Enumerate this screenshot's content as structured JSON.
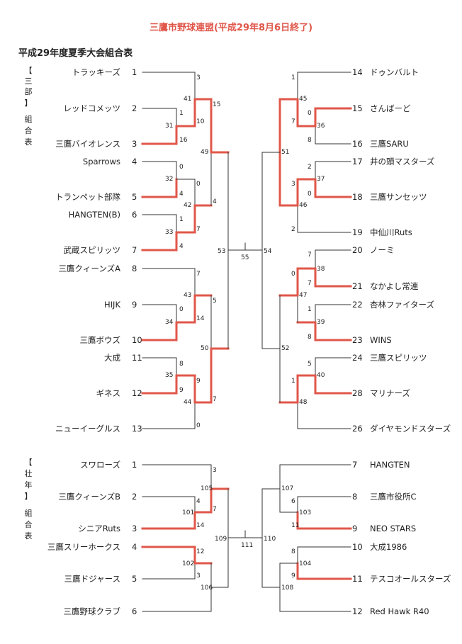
{
  "header": {
    "title": "三鷹市野球連盟(平成29年8月6日終了)",
    "table_heading": "平成29年度夏季大会組合表"
  },
  "colors": {
    "winner_line": "#e0574a",
    "line": "#333333",
    "title": "#e0574a"
  },
  "division_a": {
    "side_label": "【三部】組合表",
    "left_teams": [
      {
        "num": "1",
        "name": "トラッキーズ"
      },
      {
        "num": "2",
        "name": "レッドコメッツ"
      },
      {
        "num": "3",
        "name": "三鷹バイオレンス"
      },
      {
        "num": "4",
        "name": "Sparrows"
      },
      {
        "num": "5",
        "name": "トランペット部隊"
      },
      {
        "num": "6",
        "name": "HANGTEN(B)"
      },
      {
        "num": "7",
        "name": "武蔵スピリッツ"
      },
      {
        "num": "8",
        "name": "三鷹クィーンズA"
      },
      {
        "num": "9",
        "name": "HIJK"
      },
      {
        "num": "10",
        "name": "三鷹ボウズ"
      },
      {
        "num": "11",
        "name": "大成"
      },
      {
        "num": "12",
        "name": "ギネス"
      },
      {
        "num": "13",
        "name": "ニューイーグルス"
      }
    ],
    "right_teams": [
      {
        "num": "14",
        "name": "ドゥンバルト"
      },
      {
        "num": "15",
        "name": "さんばーど"
      },
      {
        "num": "16",
        "name": "三鷹SARU"
      },
      {
        "num": "17",
        "name": "井の頭マスターズ"
      },
      {
        "num": "18",
        "name": "三鷹サンセッツ"
      },
      {
        "num": "19",
        "name": "中仙川Ruts"
      },
      {
        "num": "20",
        "name": "ノーミ"
      },
      {
        "num": "21",
        "name": "なかよし常連"
      },
      {
        "num": "22",
        "name": "杏林ファイターズ"
      },
      {
        "num": "23",
        "name": "WINS"
      },
      {
        "num": "24",
        "name": "三鷹スピリッツ"
      },
      {
        "num": "28",
        "name": "マリナーズ"
      },
      {
        "num": "26",
        "name": "ダイヤモンドスターズ"
      }
    ],
    "match_numbers": [
      "31",
      "32",
      "33",
      "34",
      "35",
      "41",
      "42",
      "43",
      "44",
      "49",
      "50",
      "53",
      "36",
      "37",
      "38",
      "39",
      "40",
      "45",
      "46",
      "47",
      "48",
      "51",
      "52",
      "54",
      "55"
    ],
    "scores": [
      "3",
      "1",
      "10",
      "16",
      "15",
      "0",
      "0",
      "4",
      "1",
      "7",
      "4",
      "4",
      "7",
      "0",
      "14",
      "5",
      "8",
      "9",
      "9",
      "7",
      "0",
      "1",
      "0",
      "7",
      "8",
      "2",
      "3",
      "0",
      "2",
      "7",
      "0",
      "7",
      "1",
      "8",
      "5",
      "1"
    ]
  },
  "division_b": {
    "side_label": "【壮年】組合表",
    "left_teams": [
      {
        "num": "1",
        "name": "スワローズ"
      },
      {
        "num": "2",
        "name": "三鷹クィーンズB"
      },
      {
        "num": "3",
        "name": "シニアRuts"
      },
      {
        "num": "4",
        "name": "三鷹スリーホークス"
      },
      {
        "num": "5",
        "name": "三鷹ドジャース"
      },
      {
        "num": "6",
        "name": "三鷹野球クラブ"
      }
    ],
    "right_teams": [
      {
        "num": "7",
        "name": "HANGTEN"
      },
      {
        "num": "8",
        "name": "三鷹市役所C"
      },
      {
        "num": "9",
        "name": "NEO STARS"
      },
      {
        "num": "10",
        "name": "大成1986"
      },
      {
        "num": "11",
        "name": "テスコオールスターズ"
      },
      {
        "num": "12",
        "name": "Red Hawk R40"
      }
    ],
    "match_numbers": [
      "101",
      "102",
      "105",
      "106",
      "109",
      "103",
      "104",
      "107",
      "108",
      "110",
      "111"
    ],
    "scores": [
      "3",
      "4",
      "7",
      "14",
      "12",
      "3",
      "6",
      "11",
      "8",
      "9"
    ]
  }
}
